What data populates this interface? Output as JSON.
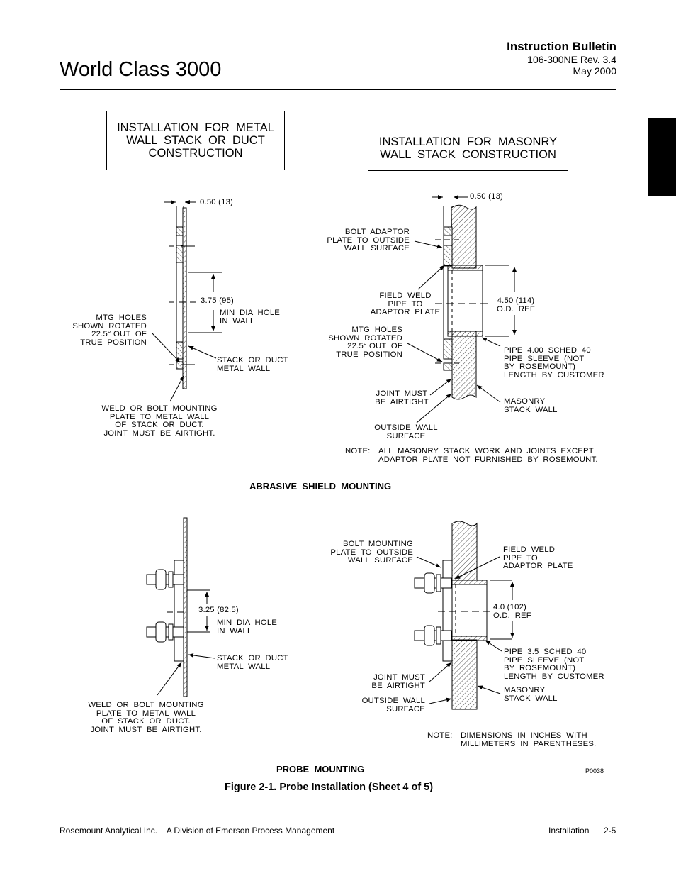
{
  "header": {
    "doc_title": "World Class 3000",
    "bulletin_label": "Instruction Bulletin",
    "doc_number": "106-300NE Rev. 3.4",
    "date": "May 2000"
  },
  "section_boxes": {
    "metal": "INSTALLATION  FOR  METAL\nWALL  STACK  OR  DUCT\nCONSTRUCTION",
    "masonry": "INSTALLATION  FOR  MASONRY\nWALL  STACK  CONSTRUCTION"
  },
  "abrasive_metal": {
    "dim_thickness": "0.50 (13)",
    "dim_hole": "3.75 (95)",
    "min_dia": "MIN  DIA  HOLE\nIN  WALL",
    "mtg_holes": "MTG  HOLES\nSHOWN  ROTATED\n22.5° OUT  OF\nTRUE  POSITION",
    "stack_wall": "STACK  OR  DUCT\nMETAL  WALL",
    "weld_note": "WELD  OR  BOLT  MOUNTING\nPLATE  TO  METAL  WALL\nOF  STACK  OR  DUCT.\nJOINT  MUST  BE  AIRTIGHT."
  },
  "abrasive_masonry": {
    "dim_thickness": "0.50 (13)",
    "bolt_adaptor": "BOLT  ADAPTOR\nPLATE  TO  OUTSIDE\nWALL  SURFACE",
    "field_weld": "FIELD  WELD\nPIPE  TO\nADAPTOR  PLATE",
    "mtg_holes": "MTG  HOLES\nSHOWN  ROTATED\n22.5° OUT  OF\nTRUE  POSITION",
    "dim_od": "4.50 (114)\nO.D.  REF",
    "pipe_note": "PIPE  4.00  SCHED  40\nPIPE  SLEEVE  (NOT\nBY  ROSEMOUNT)\nLENGTH  BY  CUSTOMER",
    "joint": "JOINT  MUST\nBE  AIRTIGHT",
    "masonry_wall": "MASONRY\nSTACK  WALL",
    "outside_wall": "OUTSIDE  WALL\nSURFACE",
    "note_label": "NOTE:",
    "note_text": "ALL  MASONRY  STACK  WORK  AND  JOINTS  EXCEPT\nADAPTOR  PLATE  NOT  FURNISHED  BY  ROSEMOUNT."
  },
  "abrasive_caption": "ABRASIVE  SHIELD  MOUNTING",
  "probe_metal": {
    "dim_hole": "3.25 (82.5)",
    "min_dia": "MIN  DIA  HOLE\nIN  WALL",
    "stack_wall": "STACK  OR  DUCT\nMETAL  WALL",
    "weld_note": "WELD  OR  BOLT  MOUNTING\nPLATE  TO  METAL  WALL\nOF  STACK  OR  DUCT.\nJOINT  MUST  BE  AIRTIGHT."
  },
  "probe_masonry": {
    "bolt_mounting": "BOLT  MOUNTING\nPLATE  TO  OUTSIDE\nWALL  SURFACE",
    "field_weld": "FIELD  WELD\nPIPE  TO\nADAPTOR  PLATE",
    "dim_od": "4.0 (102)\nO.D.  REF",
    "pipe_note": "PIPE  3.5  SCHED  40\nPIPE  SLEEVE  (NOT\nBY  ROSEMOUNT)\nLENGTH  BY  CUSTOMER",
    "joint": "JOINT  MUST\nBE  AIRTIGHT",
    "masonry_wall": "MASONRY\nSTACK  WALL",
    "outside_wall": "OUTSIDE  WALL\nSURFACE",
    "note_label": "NOTE:",
    "note_text": "DIMENSIONS  IN  INCHES  WITH\nMILLIMETERS  IN  PARENTHESES."
  },
  "probe_caption": "PROBE  MOUNTING",
  "drawing_id": "P0038",
  "figure_caption": "Figure 2-1.  Probe Installation (Sheet 4 of 5)",
  "footer": {
    "company": "Rosemount Analytical Inc.    A Division of Emerson Process Management",
    "section": "Installation",
    "page": "2-5"
  }
}
